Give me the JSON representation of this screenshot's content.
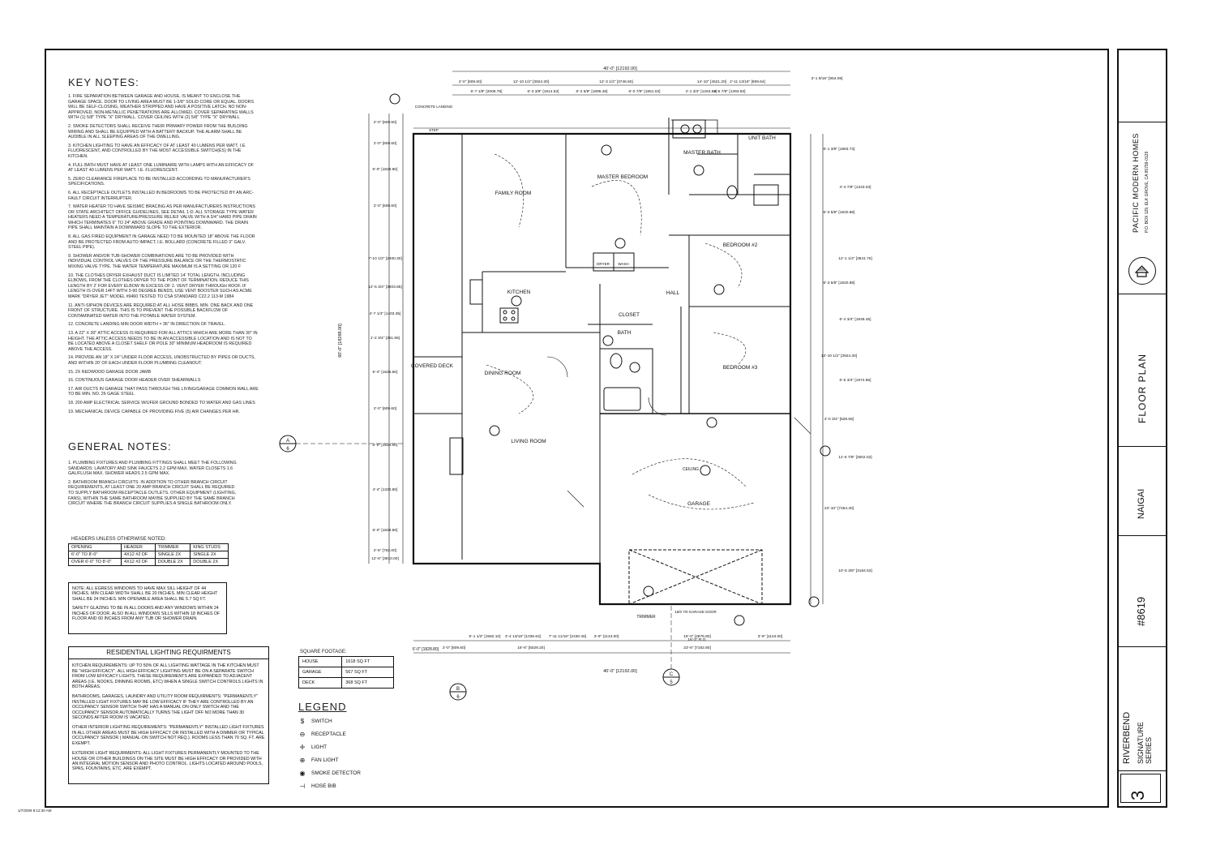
{
  "key_notes": {
    "title": "KEY NOTES:",
    "items": [
      "1. FIRE SEPARATION BETWEEN GARAGE AND HOUSE, IS MEANT TO ENCLOSE THE GARAGE SPACE. DOOR TO LIVING AREA MUST BE 1-3/8\" SOLID CORE OR EQUAL. DOORS WILL BE SELF-CLOSING, WEATHER STRIPPED AND HAVE A POSITIVE LATCH. NO NON-APPROVED, NON-METALLIC PENETRATIONS ARE ALLOWED. COVER SEPARATING WALLS WITH (1) 5/8\" TYPE \"X\" DRYWALL. COVER CEILING WITH (2) 5/8\" TYPE \"X\" DRYWALL",
      "2. SMOKE DETECTORS SHALL RECEIVE THEIR PRIMARY POWER FROM THE BUILDING WIRING AND SHALL BE EQUIPPED WITH A BATTERY BACKUP. THE ALARM SHALL BE AUDIBLE IN ALL SLEEPING AREAS OF THE DWELLING.",
      "3. KITCHEN LIGHTING TO HAVE AN EFFICACY OF AT LEAST 40 LUMENS PER WATT, I.E. FLUORESCENT, AND CONTROLLED BY THE MOST ACCESSIBLE SWITCH(ES) IN THE KITCHEN.",
      "4. FULL BATH MUST HAVE AT LEAST ONE LUMINAIRE WITH LAMPS WITH AN EFFICACY OF AT LEAST 40 LUMENS PER WATT. I.E. FLUORESCENT.",
      "5. ZERO CLEARANCE FIREPLACE TO BE INSTALLED ACCORDING TO MANUFACTURER'S SPECIFICATIONS.",
      "6. ALL RECEPTACLE OUTLETS INSTALLED IN BEDROOMS TO BE PROTECTED BY AN ARC-FAULT CIRCUIT INTERRUPTER.",
      "7. WATER HEATER TO HAVE SEISMIC BRACING AS PER MANUFACTURERS INSTRUCTIONS OR STATE ARCHITECT OFFICE GUIDELINES, SEE DETAIL 1-D. ALL STORAGE TYPE WATER HEATERS NEED A TEMPERATURE/PRESSURE RELIEF VALVE WITH A 3/4\" HARD PIPE DRAIN WHICH TERMINATES 6\" TO 24\" ABOVE GRADE AND POINTING DOWNWARD. THE DRAIN PIPE SHALL MAINTAIN A DOWNWARD SLOPE TO THE EXTERIOR.",
      "8. ALL GAS FIRED EQUIPMENT IN GARAGE NEED TO BE MOUNTED 18\" ABOVE THE FLOOR AND BE PROTECTED FROM AUTO IMPACT, I.E. BOLLARD (CONCRETE FILLED 3\" GALV. STEEL PIPE).",
      "9. SHOWER AND/OR TUB-SHOWER COMBINATIONS ARE TO BE PROVIDED WITH INDIVIDUAL CONTROL VALVES OF THE PRESSURE BALANCE OR THE THERMOSTATIC MIXING VALVE TYPE. THE WATER TEMPERATURE MAXIMUM IS A SETTING OR 120 F",
      "10. THE CLOTHES DRYER EXHAUST DUCT IS LIMITED 14' TOTAL LENGTH, INCLUDING ELBOWS, FROM THE CLOTHES DRYER TO THE POINT OF TERMINATION. REDUCE THIS LENGTH BY 2' FOR EVERY ELBOW IN EXCESS OF 2. VENT DRYER THROUGH ROOF. IF LENGTH IS OVER 14FT WITH 3-90 DEGREE BENDS, USE VENT BOOSTER SUCH AS ACME MARK \"DRYER JET\" MODEL #9460 TESTED TO CSA STANDARD C22.2 113-M 1984",
      "11. ANTI-SIPHON DEVICES ARE REQUIRED AT ALL HOSE BIBBS. MIN. ONE BACK AND ONE FRONT OF STRUCTURE. THIS IS TO PREVENT THE POSSIBLE BACKFLOW OF CONTAMINATED WATER INTO THE POTABLE WATER SYSTEM.",
      "12. CONCRETE LANDING MIN DOOR WIDTH × 36\" IN DIRECTION OF TRAVEL.",
      "13. A 22\" X 30\" ATTIC ACCESS IS REQUIRED FOR ALL ATTICS WHICH ARE MORE THAN 30\" IN HEIGHT. THE ATTIC ACCESS NEEDS TO BE IN AN ACCESSIBLE LOCATION AND IS NOT TO BE LOCATED ABOVE A CLOSET SHELF OR POLE 30\" MINIMUM HEADROOM IS REQUIRED ABOVE THE ACCESS.",
      "14. PROVIDE AN 18\" X 24\" UNDER FLOOR ACCESS, UNOBSTRUCTED BY PIPES OR DUCTS, AND WITHIN 20' OF EACH UNDER FLOOR PLUMBING CLEANOUT.",
      "15. 2X REDWOOD GARAGE DOOR JAMB",
      "16. CONTINUOUS GARAGE DOOR HEADER OVER SHEARWALLS",
      "17. AIR DUCTS IN GARAGE THAT PASS THROUGH THE LIVING/GARAGE COMMON WALL ARE TO BE MIN. NO. 26 GAGE STEEL",
      "18. 200 AMP ELECTRICAL SERVICE W/UFER GROUND BONDED TO WATER AND GAS LINES",
      "19. MECHANICAL DEVICE CAPABLE OF PROVIDING FIVE (5) AIR CHANGES PER HR."
    ]
  },
  "general_notes": {
    "title": "GENERAL NOTES:",
    "items": [
      "1. PLUMBING FIXTURES AND PLUMBING FITTINGS SHALL MEET THE FOLLOWING SANDARDS: LAVATORY AND SINK FAUCETS 2.2 GPM MAX. WATER CLOSETS 1.6 GAL/FLUSH MAX. SHOWER HEADS 2.5 GPM MAX.",
      "2. BATHROOM BRANCH CIRCUITS: IN ADDITION TO OTHER BRANCH CIRCUIT REQUIREMENTS, AT LEAST ONE 20 AMP BRANCH CIRCUIT SHALL BE REQUIRED TO SUPPLY BATHROOM RECEPTACLE OUTLETS. OTHER EQUIPMENT (LIGHTING, FANS), WITHIN THE SAME BATHROOM MAYBE SUPPLIED BY THE SAME BRANCH CIRCUIT WHERE THE BRANCH CIRCUIT SUPPLIES A SINGLE BATHROOM ONLY."
    ]
  },
  "headers_table": {
    "title": "HEADERS UNLESS OTHERWISE NOTED:",
    "columns": [
      "OPENING",
      "HEADER",
      "TRIMMER",
      "KING STUDS"
    ],
    "rows": [
      [
        "6'-0\" TO 8'-0\"",
        "4X12 #2 DF",
        "SINGLE 2X",
        "SINGLE 2X"
      ],
      [
        "OVER 6'-0\" TO 8'-0\"",
        "4X12 #2 DF",
        "DOUBLE 2X",
        "DOUBLE 2X"
      ]
    ]
  },
  "egress_note": "NOTE: ALL EGRESS WINDOWS TO HAVE MAX SILL HEIGHT OF 44 INCHES. MIN CLEAR WIDTH SHALL BE 20 INCHES. MIN CLEAR HEIGHT SHALL BE 24 INCHES. MIN OPENABLE AREA SHALL BE 5.7 SQ FT.",
  "safety_note": "SAFETY GLAZING TO BE IN ALL DOORS AND ANY WINDOWS WITHIN 24 INCHES OF DOOR. ALSO IN ALL WINDOWS SILLS WITHIN 18 INCHES OF FLOOR AND 60 INCHES FROM ANY TUB OR SHOWER DRAIN.",
  "lighting": {
    "title": "RESIDENTIAL LIGHTING REQUIRMENTS",
    "paragraphs": [
      "KITCHEN REQUIREMENTS: UP TO 50% OF ALL LIGHTING WATTAGE IN THE KITCHEN MUST BE \"HIGH EFFICACY\". ALL HIGH EFFICACY LIGHTING MUST BE ON A SEPARATE SWITCH FROM LOW EFFICACY LIGHTS. THESE REQUIREMENTS ARE EXPANDED TO ADJACENT AREAS (I.E. NOOKS, DINNING ROOMS, ETC) WHEN A SINGLE SWITCH CONTROLS LIGHTS IN BOTH AREAS.",
      "BATHROOMS, GARAGES, LAUNDRY AND UTILITY ROOM REQUIRMENTS: \"PERMANENTLY\" INSTALLED LIGHT FIXTURES MAY BE LOW EFFICACY IF THEY ARE CONTROLLED BY AN OCCUPANCY SENSOR SWITCH THAT HAS A MANUAL ON ONLY SWITCH AND THE OCCUPANCY SENSOR AUTOMATICALLY TURNS THE LIGHT OFF NO MORE THAN 30 SECONDS AFTER ROOM IS VACATED.",
      "OTHER INTERIOR LIGHTING REQUIREMENTS: \"PERMANENTLY\" INSTALLED LIGHT FIXTURES IN ALL OTHER AREAS MUST BE HIGH EFFICACY OR INSTALLED WITH A DIMMER OR TYPICAL OCCUPANCY SENSOR ( MANUAL-ON SWITCH NOT REQ.). ROOMS LESS THAN 70 SQ. FT. ARE EXEMPT.",
      "EXTERIOR LIGHT REQUIRMENTS: ALL LIGHT FIXTURES PERMANENTLY MOUNTED TO THE HOUSE OR OTHER BUILDINGS ON THE SITE MUST BE HIGH EFFICACY OR PROVIDED WITH AN INTEGRAL MOTION SENSOR AND PHOTO CONTROL. LIGHTS LOCATED AROUND POOLS, SPAS, FOUNTAINS, ETC. ARE EXEMPT."
    ]
  },
  "square_footage": {
    "title": "SQUARE FOOTAGE:",
    "rows": [
      [
        "HOUSE",
        "1618 SQ FT"
      ],
      [
        "GARAGE",
        "567 SQ FT"
      ],
      [
        "DECK",
        "368 SQ FT"
      ]
    ]
  },
  "legend": {
    "title": "LEGEND",
    "items": [
      {
        "icon": "switch-icon",
        "glyph": "$",
        "label": "SWITCH"
      },
      {
        "icon": "receptacle-icon",
        "glyph": "⊖",
        "label": "RECEPTACLE"
      },
      {
        "icon": "light-icon",
        "glyph": "✛",
        "label": "LIGHT"
      },
      {
        "icon": "fan-light-icon",
        "glyph": "⊕",
        "label": "FAN LIGHT"
      },
      {
        "icon": "smoke-detector-icon",
        "glyph": "◉",
        "label": "SMOKE DETECTOR"
      },
      {
        "icon": "hose-bib-icon",
        "glyph": "⊣",
        "label": "HOSE BIB"
      }
    ]
  },
  "rooms": {
    "family_room": "FAMILY ROOM",
    "master_bedroom": "MASTER BEDROOM",
    "master_bath": "MASTER BATH",
    "unit_bath": "UNIT BATH",
    "kitchen": "KITCHEN",
    "dining_room": "DINING ROOM",
    "living_room": "LIVING ROOM",
    "bedroom2": "BEDROOM #2",
    "bedroom3": "BEDROOM #3",
    "hall": "HALL",
    "bath": "BATH",
    "closet": "CLOSET",
    "garage": "GARAGE",
    "covered_deck": "COVERED DECK",
    "concrete_landing": "CONCRETE LANDING",
    "step": "STEP",
    "ceiling": "CEILING",
    "trimmer": "TRIMMER",
    "dryer": "DRYER",
    "wash": "WASH",
    "garage_door": "16/0 7/0 GARAGE DOOR"
  },
  "dimensions": {
    "overall_width": "40'-0\" [12192.00]",
    "overall_depth": "60'-0\" [18288.00]",
    "top": [
      "2'-0\" [609.60]",
      "12'-10 1/2\" [3924.30]",
      "12'-3 1/2\" [3746.50]",
      "14'-10\" [4521.20]",
      "2'-11 13/16\" [909.64]",
      "3'-1 9/16\" [954.09]"
    ],
    "top2": [
      "6'-7 1/8\" [2009.78]",
      "6'-3 3/8\" [1914.53]",
      "6'-2 5/8\" [1895.48]",
      "6'-0 7/8\" [1851.03]",
      "4'-1 3/4\" [1263.65]",
      "4'-6 7/8\" [1393.83]"
    ],
    "left": [
      "2'-0\" [609.60]",
      "2'-0\" [609.60]",
      "6'-0\" [1828.80]",
      "2'-0\" [609.60]",
      "7'-10 1/2\" [2400.30]",
      "12'-5 3/4\" [3803.65]",
      "4'-7 1/4\" [1403.35]",
      "1'-2 3/4\" [361.95]",
      "5'-4\" [1625.60]",
      "2'-0\" [609.60]",
      "5'-0\" [1524.00]",
      "4'-4\" [1320.80]",
      "6'-0\" [1828.80]",
      "2'-6\" [762.00]",
      "12'-6\" [3810.00]"
    ],
    "right": [
      "6'-1 3/8\" [1863.73]",
      "4'-4 7/8\" [1343.03]",
      "6'-3 5/8\" [1920.88]",
      "12'-1 1/4\" [3841.75]",
      "6'-3 5/8\" [1920.88]",
      "6'-4 3/4\" [1949.45]",
      "12'-10 1/2\" [3924.30]",
      "6'-5 3/4\" [1974.85]",
      "2'-0 3/4\" [628.65]",
      "11'-5 7/8\" [3502.02]",
      "23'-10\" [7264.40]",
      "10'-5 3/8\" [3184.53]"
    ],
    "bottom": [
      "5'-1 1/2\" [1562.10]",
      "3'-4 13/16\" [1036.64]",
      "7'-11 11/16\" [2430.46]",
      "3'-9\" [1143.00]",
      "16'-0\" [4876.80]",
      "3'-9\" [1143.00]"
    ],
    "bottom2": [
      "2'-0\" [609.60]",
      "16'-6\" [5029.20]",
      "23'-6\" [7162.80]",
      "16'-3\" R.O."
    ],
    "bottom3": [
      "6'-0\" [1828.80]",
      "40'-0\" [12192.00]"
    ]
  },
  "callouts": {
    "sec_a": "A",
    "sec_a_sheet": "6",
    "sec_b": "B",
    "sec_b_sheet": "6",
    "sec_c": "C",
    "sec_c_sheet": "5"
  },
  "title_block": {
    "company": "PACIFIC MODERN HOMES",
    "address": "P.O. BOX 129, ELK GROVE, CA 95759-0129",
    "sheet_title": "FLOOR PLAN",
    "client": "NAIGAI",
    "plan_no": "#8619",
    "project": "RIVERBEND",
    "series": "SIGNATURE SERIES",
    "sheet_no": "3"
  },
  "timestamp": "1/7/2009 8:12:30 AM"
}
